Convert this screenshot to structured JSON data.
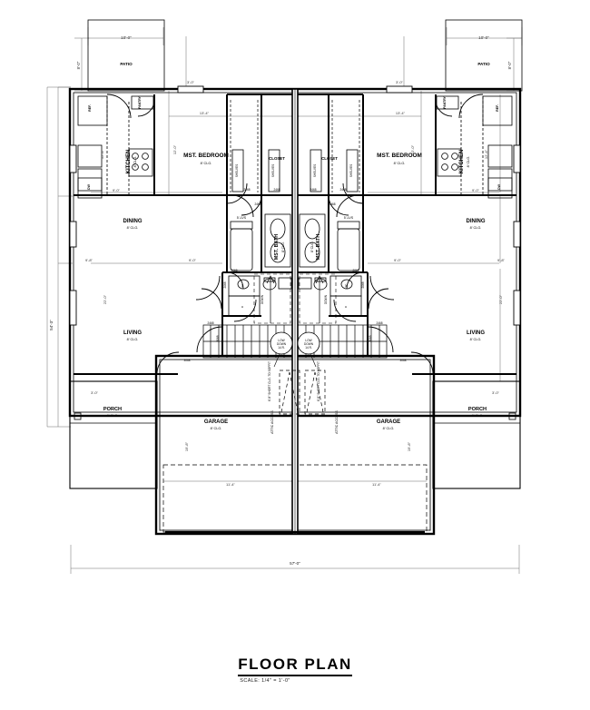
{
  "sheet": {
    "title": "FLOOR PLAN",
    "scale_note": "SCALE: 1/4\" = 1'-0\""
  },
  "overall_dimensions": {
    "left_vertical": "54'-3\"",
    "bottom_horizontal": "57'-0\"",
    "patio_width_left": "10'-0\"",
    "patio_width_right": "10'-0\"",
    "patio_depth_left": "8'-0\"",
    "patio_depth_right": "8'-0\""
  },
  "units": {
    "left": {
      "patio": {
        "label": "PATIO"
      },
      "kitchen": {
        "label": "KITCHEN",
        "ceiling": "8' CLG.",
        "dim_v": "12'-4\"",
        "dim_h": "9'-0\""
      },
      "dining": {
        "label": "DINING",
        "ceiling": "8' CLG.",
        "dim_h": "9'-0\"",
        "dim_h2": "9'-8\""
      },
      "living": {
        "label": "LIVING",
        "ceiling": "8' CLG.",
        "dim_v": "22'-0\""
      },
      "master_bedroom": {
        "label": "MST. BEDROOM",
        "ceiling": "8' CLG.",
        "dim_h": "13'-4\"",
        "dim_v": "12'-0\"",
        "window": "3'-0\""
      },
      "master_bath": {
        "label": "MST. BATH",
        "ceiling": "8' CLG.",
        "tub_window": "5'-LVS"
      },
      "closet": {
        "label": "CLOSET",
        "shelf_note": "SHELVES"
      },
      "porch": {
        "label": "PORCH",
        "ceiling": "8' CLG.",
        "door": "3'-0\""
      },
      "garage": {
        "label": "GARAGE",
        "ceiling": "8' CLG.",
        "dim_v": "19'-8\"",
        "door_dim": "11'-4\""
      },
      "attic_access": {
        "label": "ATTIC ACCESS"
      },
      "stairs": {
        "down_note": "DOWN",
        "riser_note": "14 R.",
        "marker_line1": "LOW",
        "marker_line2": "DOWN",
        "marker_line3": "14 R.",
        "slope_note": "6'-8\" SHORT CLG. TO SOFFIT"
      },
      "appliances": {
        "refrigerator": "REF.",
        "pantry": "PANTRY",
        "dishwasher": "DW",
        "washer": "W",
        "dryer": "D"
      },
      "doors": {
        "bedroom": "2468",
        "closet": "2468",
        "bath": "2468",
        "hall": "2468",
        "utility": "2068",
        "garage": "3068",
        "entry": "3068",
        "linen": "2068"
      }
    },
    "right": {
      "patio": {
        "label": "PATIO"
      },
      "kitchen": {
        "label": "KITCHEN",
        "ceiling": "8' CLG.",
        "dim_v": "12'-4\"",
        "dim_h": "9'-0\""
      },
      "dining": {
        "label": "DINING",
        "ceiling": "8' CLG.",
        "dim_h": "9'-0\"",
        "dim_h2": "9'-8\""
      },
      "living": {
        "label": "LIVING",
        "ceiling": "8' CLG.",
        "dim_v": "22'-0\""
      },
      "master_bedroom": {
        "label": "MST. BEDROOM",
        "ceiling": "8' CLG.",
        "dim_h": "13'-4\"",
        "dim_v": "12'-0\"",
        "window": "3'-0\""
      },
      "master_bath": {
        "label": "MST. BATH",
        "ceiling": "8' CLG.",
        "tub_window": "5'-LVS"
      },
      "closet": {
        "label": "CLOSET",
        "shelf_note": "SHELVES"
      },
      "porch": {
        "label": "PORCH",
        "ceiling": "8' CLG.",
        "door": "3'-0\""
      },
      "garage": {
        "label": "GARAGE",
        "ceiling": "8' CLG.",
        "dim_v": "19'-8\"",
        "door_dim": "11'-4\""
      },
      "attic_access": {
        "label": "ATTIC ACCESS"
      },
      "stairs": {
        "down_note": "DOWN",
        "riser_note": "14 R.",
        "marker_line1": "LOW",
        "marker_line2": "DOWN",
        "marker_line3": "14 R.",
        "slope_note": "6'-8\" SHORT CLG. TO SOFFIT"
      },
      "appliances": {
        "refrigerator": "REF.",
        "pantry": "PANTRY",
        "dishwasher": "DW",
        "washer": "W",
        "dryer": "D"
      },
      "doors": {
        "bedroom": "2468",
        "closet": "2468",
        "bath": "2468",
        "hall": "2468",
        "utility": "2068",
        "garage": "3068",
        "entry": "3068",
        "linen": "2068"
      }
    }
  },
  "colors": {
    "line": "#000000",
    "thin": "#555555",
    "dim": "#333333",
    "background": "#ffffff"
  }
}
